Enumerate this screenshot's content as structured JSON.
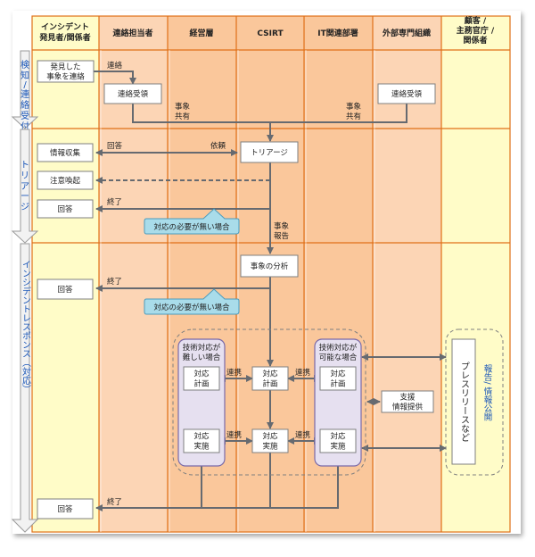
{
  "colors": {
    "lane_yellow": "#fffcc8",
    "lane_light": "#fcd5b5",
    "lane_mid": "#fac79b",
    "lane_border": "#e07018",
    "box_fill": "#ffffff",
    "box_border": "#7f7f7f",
    "arrow": "#666a70",
    "phase_text": "#1a56b8",
    "callout_fill": "#a9dcea",
    "callout_border": "#4a9bbd",
    "group_fill": "#e6e0f0",
    "group_border": "#7a6aa8"
  },
  "columns": [
    {
      "label": "インシデント\n発見者/関係者"
    },
    {
      "label": "連絡担当者"
    },
    {
      "label": "経営層"
    },
    {
      "label": "CSIRT"
    },
    {
      "label": "IT関連部署"
    },
    {
      "label": "外部専門組織"
    },
    {
      "label": "顧客 /\n主務官庁 /\n関係者"
    }
  ],
  "phases": [
    {
      "label": "検知/連絡受付"
    },
    {
      "label": "トリアージ"
    },
    {
      "label": "インシデントレスポンス（対応）"
    }
  ],
  "boxes": {
    "report_event": "発見した\n事象を連絡",
    "receive_contact_liaison": "連絡受領",
    "receive_contact_external": "連絡受領",
    "info_collection": "情報収集",
    "alert": "注意喚起",
    "answer1": "回答",
    "triage": "トリアージ",
    "event_analysis": "事象の分析",
    "answer2": "回答",
    "plan_left": "対応\n計画",
    "plan_center": "対応\n計画",
    "plan_right": "対応\n計画",
    "exec_left": "対応\n実施",
    "exec_center": "対応\n実施",
    "exec_right": "対応\n実施",
    "support_info": "支援\n情報提供",
    "press_release": "プレスリリースなど",
    "answer3": "回答"
  },
  "groups": {
    "tech_difficult": "技術対応が\n難しい場合",
    "tech_possible": "技術対応が\n可能な場合"
  },
  "labels": {
    "contact": "連絡",
    "share_left": "事象\n共有",
    "share_right": "事象\n共有",
    "reply": "回答",
    "request": "依頼",
    "end1": "終了",
    "end2": "終了",
    "end3": "終了",
    "event_report": "事象\n報告",
    "coop1": "連携",
    "coop2": "連携",
    "coop3": "連携",
    "coop4": "連携",
    "report_publish": "報告/ 情報公開"
  },
  "callouts": {
    "no_response1": "対応の必要が無い場合",
    "no_response2": "対応の必要が無い場合"
  }
}
